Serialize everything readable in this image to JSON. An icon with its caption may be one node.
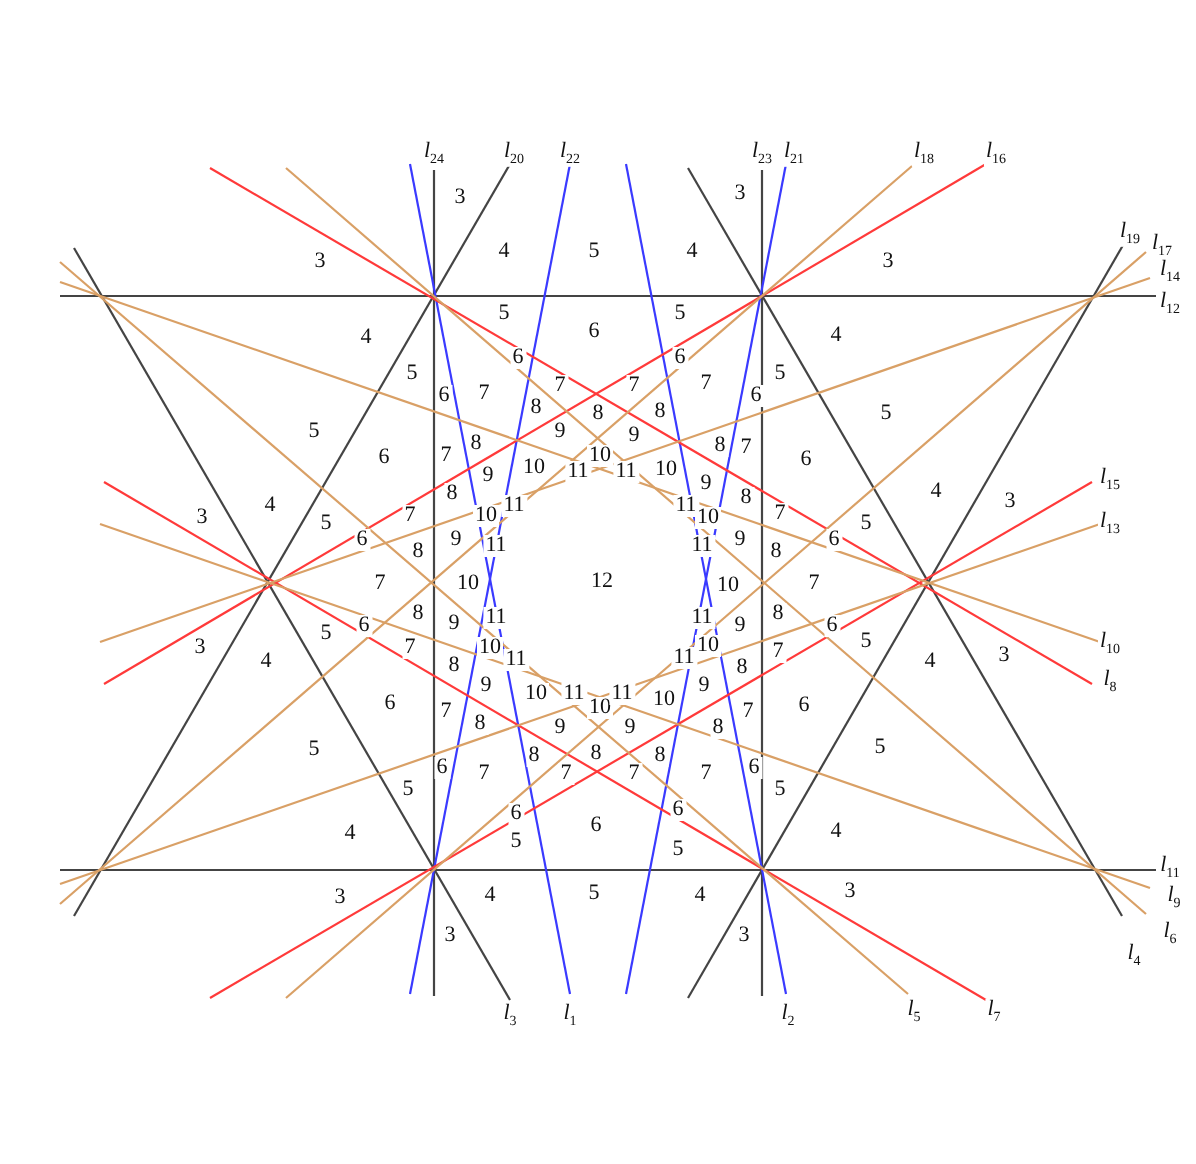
{
  "diagram": {
    "labels": [
      "*l*$_{24}$",
      "*l*$_{20}$",
      "*l*$_{22}$",
      "*l*$_{23}$",
      "*l*$_{21}$",
      "*l*$_{18}$",
      "*l*$_{16}$",
      "3",
      "3",
      "*l*$_{19}$",
      "*l*$_{17}$",
      "3",
      "4",
      "5",
      "4",
      "3",
      "*l*$_{14}$",
      "*l*$_{12}$",
      "4",
      "5",
      "6",
      "5",
      "4",
      "5",
      "6",
      "6",
      "5",
      "6",
      "7",
      "7",
      "7",
      "7",
      "6",
      "8",
      "8",
      "8",
      "5",
      "5",
      "6",
      "7",
      "8",
      "9",
      "10",
      "9",
      "8",
      "7",
      "6",
      "9",
      "10",
      "11",
      "11",
      "10",
      "9",
      "*l*$_{15}$",
      "3",
      "4",
      "5",
      "7",
      "8",
      "10",
      "11",
      "11",
      "10",
      "8",
      "7",
      "5",
      "4",
      "3",
      "*l*$_{13}$",
      "6",
      "8",
      "9",
      "11",
      "11",
      "9",
      "8",
      "6",
      "7",
      "10",
      "12",
      "10",
      "7",
      "6",
      "8",
      "9",
      "11",
      "11",
      "9",
      "8",
      "6",
      "3",
      "4",
      "5",
      "7",
      "8",
      "10",
      "11",
      "11",
      "10",
      "8",
      "7",
      "5",
      "4",
      "3",
      "*l*$_{10}$",
      "*l*$_{8}$",
      "6",
      "7",
      "9",
      "10",
      "11",
      "10",
      "11",
      "10",
      "9",
      "7",
      "6",
      "8",
      "9",
      "9",
      "8",
      "5",
      "8",
      "8",
      "8",
      "5",
      "5",
      "6",
      "7",
      "7",
      "7",
      "7",
      "6",
      "5",
      "4",
      "6",
      "6",
      "6",
      "4",
      "5",
      "5",
      "*l*$_{11}$",
      "3",
      "4",
      "5",
      "4",
      "3",
      "*l*$_{9}$",
      "3",
      "3",
      "*l*$_{4}$",
      "*l*$_{6}$",
      "*l*$_{3}$",
      "*l*$_{1}$",
      "*l*$_{2}$",
      "*l*$_{5}$",
      "*l*$_{7}$"
    ]
  }
}
